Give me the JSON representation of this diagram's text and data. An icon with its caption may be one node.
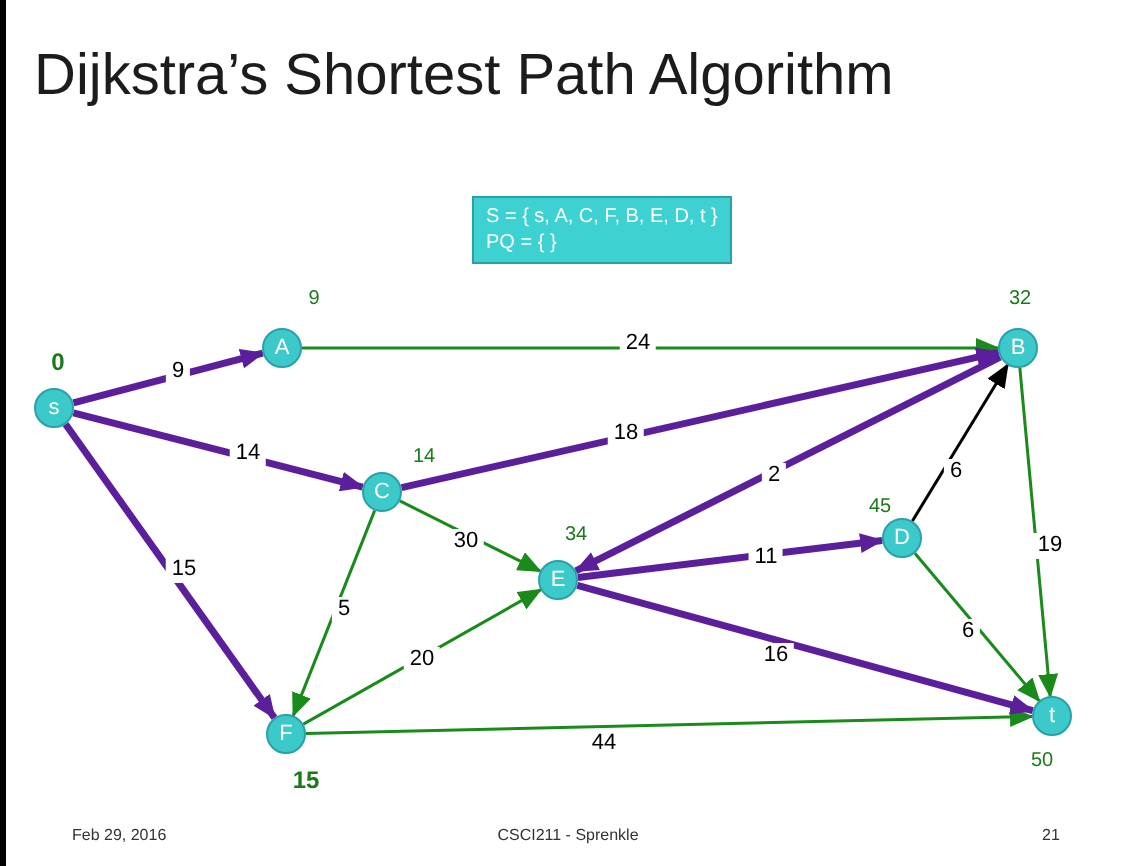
{
  "diagram": {
    "title": "Dijkstra’s Shortest Path Algorithm",
    "nodes": [
      {
        "text": [
          "S = { s, A, C, F, B, E, D, t }",
          "PQ = { }"
        ]
      },
      {
        "text": [
          "s"
        ],
        "beside": [
          "0"
        ]
      },
      {
        "text": [
          "A"
        ],
        "beside": [
          "9"
        ]
      },
      {
        "text": [
          "C"
        ],
        "beside": [
          "14"
        ]
      },
      {
        "text": [
          "F"
        ],
        "beside": [
          "15"
        ]
      },
      {
        "text": [
          "E"
        ],
        "beside": [
          "34"
        ]
      },
      {
        "text": [
          "D"
        ],
        "beside": [
          "45"
        ]
      },
      {
        "text": [
          "B"
        ],
        "beside": [
          "32"
        ]
      },
      {
        "text": [
          "t"
        ],
        "beside": [
          "50"
        ]
      }
    ],
    "edges": [
      {
        "from": 1,
        "to": 2,
        "arrow": "to",
        "label": "9",
        "style": "thick",
        "color": "#5b1f9b"
      },
      {
        "from": 1,
        "to": 3,
        "arrow": "to",
        "label": "14",
        "style": "thick",
        "color": "#5b1f9b"
      },
      {
        "from": 1,
        "to": 4,
        "arrow": "to",
        "label": "15",
        "style": "thick",
        "color": "#5b1f9b"
      },
      {
        "from": 2,
        "to": 7,
        "arrow": "to",
        "label": "24",
        "color": "#1a8a1a"
      },
      {
        "from": 3,
        "to": 7,
        "arrow": "to",
        "label": "18",
        "style": "thick",
        "color": "#5b1f9b"
      },
      {
        "from": 7,
        "to": 5,
        "arrow": "to",
        "label": "2",
        "style": "thick",
        "color": "#5b1f9b"
      },
      {
        "from": 3,
        "to": 5,
        "arrow": "to",
        "label": "30",
        "color": "#1a8a1a"
      },
      {
        "from": 3,
        "to": 4,
        "arrow": "to",
        "label": "5",
        "color": "#1a8a1a"
      },
      {
        "from": 4,
        "to": 5,
        "arrow": "to",
        "label": "20",
        "color": "#1a8a1a"
      },
      {
        "from": 4,
        "to": 8,
        "arrow": "to",
        "label": "44",
        "color": "#1a8a1a"
      },
      {
        "from": 5,
        "to": 6,
        "arrow": "to",
        "label": "11",
        "style": "thick",
        "color": "#5b1f9b"
      },
      {
        "from": 5,
        "to": 8,
        "arrow": "to",
        "label": "16",
        "style": "thick",
        "color": "#5b1f9b"
      },
      {
        "from": 6,
        "to": 7,
        "arrow": "to",
        "label": "6",
        "color": "#000000"
      },
      {
        "from": 6,
        "to": 8,
        "arrow": "to",
        "label": "6",
        "color": "#1a8a1a"
      },
      {
        "from": 7,
        "to": 8,
        "arrow": "to",
        "label": "19",
        "color": "#1a8a1a"
      }
    ],
    "labels": [
      "Feb 29, 2016",
      "CSCI211 - Sprenkle",
      "21"
    ]
  }
}
